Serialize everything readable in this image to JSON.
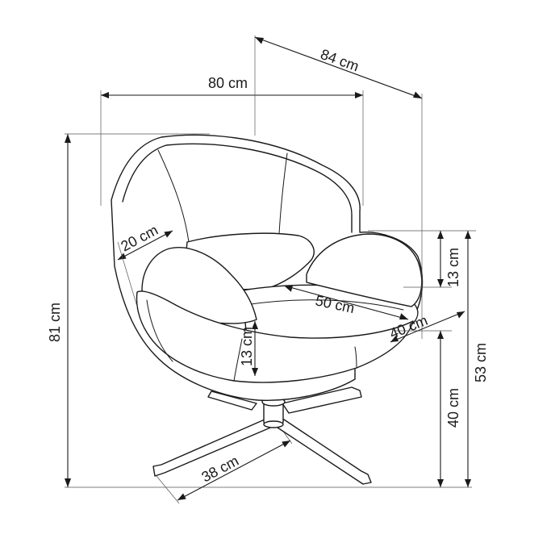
{
  "diagram": {
    "subject": "swivel armchair dimension drawing",
    "line_color": "#1a1a1a",
    "dimensions": {
      "depth": "84 cm",
      "width": "80 cm",
      "total_height": "81 cm",
      "backrest_width": "20 cm",
      "armrest_height": "13 cm",
      "seat_width": "50 cm",
      "seat_depth": "40 cm",
      "cushion_height": "13 cm",
      "seat_height": "40 cm",
      "arm_height": "53 cm",
      "base_leg": "38 cm"
    }
  }
}
